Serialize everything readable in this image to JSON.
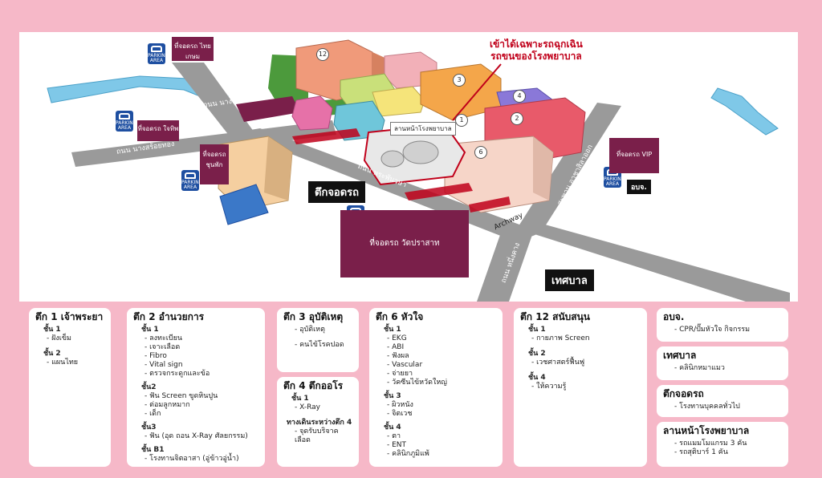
{
  "map": {
    "emergency_note": [
      "เข้าได้เฉพาะรถฉุกเฉิน",
      "รถขนของโรงพยาบาล"
    ],
    "hospital_yard_tag": "ลานหน้าโรงพยาบาล",
    "parking_icon_text": "PARKING AREA",
    "roads": {
      "nang_kaeo": "ถนน นางแก้นแก้ว",
      "nang_sroi": "ถนน นางสร้อยทอง",
      "phra_phan": "ถนน พระพันวษา",
      "phra_phan_2": "ถนน พระพันวษา",
      "amphon": "สะพาน อาชาสิลาออก",
      "nueng": "ถนน หนึ่งคาง",
      "archway": "Archway"
    },
    "parking_lots": {
      "thai": "ที่จอดรถ ไทยเกษม",
      "office": "ที่จอดรถ ใจทิพ",
      "jupha": "ที่จอดรถ ชุนพัก",
      "vip": "ที่จอดรถ VIP",
      "wat": "ที่จอดรถ วัดปราสาท"
    },
    "labels": {
      "parking_building": "ตึกจอดรถ",
      "municipality": "เทศบาล",
      "obj": "อบจ."
    },
    "building_numbers": [
      "12",
      "3",
      "4",
      "2",
      "1",
      "6"
    ]
  },
  "cards": {
    "b1": {
      "title": "ตึก 1 เจ้าพระยา",
      "floors": [
        {
          "floor": "ชั้น 1",
          "items": [
            "- ฝังเข็ม"
          ]
        },
        {
          "floor": "ชั้น 2",
          "items": [
            "- แผนไทย"
          ]
        }
      ]
    },
    "b2": {
      "title": "ตึก 2 อำนวยการ",
      "floors": [
        {
          "floor": "ชั้น 1",
          "items": [
            "- ลงทะเบียน",
            "- เจาะเลือด",
            "- Fibro",
            "- Vital sign",
            "- ตรวจกระดูกและข้อ"
          ]
        },
        {
          "floor": "ชั้น2",
          "items": [
            "- ฟัน Screen ขูดหินปูน",
            "- ต่อมลูกหมาก",
            "- เด็ก"
          ]
        },
        {
          "floor": "ชั้น3",
          "items": [
            "- ฟัน (อุด ถอน X-Ray ศัลยกรรม)"
          ]
        },
        {
          "floor": "ชั้น B1",
          "items": [
            "- โรงทานจิตอาสา (อู่ข้าวอู่น้ำ)"
          ]
        }
      ]
    },
    "b3": {
      "title": "ตึก 3 อุบัติเหตุ",
      "floors": [
        {
          "floor": "",
          "items": [
            "- อุบัติเหตุ",
            "- คนไข้โรคปอด"
          ]
        }
      ]
    },
    "b4": {
      "title": "ตึก 4 ตึกออโร",
      "floors": [
        {
          "floor": "ชั้น 1",
          "items": [
            "- X-Ray"
          ]
        },
        {
          "floor": "ทางเดินระหว่างตึก 4",
          "items": [
            "- จุดรับบริจาคเลือด"
          ]
        }
      ]
    },
    "b6": {
      "title": "ตึก 6 หัวใจ",
      "floors": [
        {
          "floor": "ชั้น 1",
          "items": [
            "- EKG",
            "- ABI",
            "- ฟังผล",
            "- Vascular",
            "- จ่ายยา",
            "- วัคซีนไข้หวัดใหญ่"
          ]
        },
        {
          "floor": "ชั้น 3",
          "items": [
            "- ผิวหนัง",
            "- จิตเวช"
          ]
        },
        {
          "floor": "ชั้น 4",
          "items": [
            "- ตา",
            "- ENT",
            "- คลินิกภูมิแพ้"
          ]
        }
      ]
    },
    "b12": {
      "title": "ตึก 12 สนับสนุน",
      "floors": [
        {
          "floor": "ชั้น 1",
          "items": [
            "- กายภาพ Screen"
          ]
        },
        {
          "floor": "ชั้น 2",
          "items": [
            "- เวชศาสตร์ฟื้นฟู"
          ]
        },
        {
          "floor": "ชั้น 4",
          "items": [
            "- ให้ความรู้"
          ]
        }
      ]
    },
    "obj": {
      "title": "อบจ.",
      "floors": [
        {
          "floor": "",
          "items": [
            "- CPR/ปั๊มหัวใจ กิจกรรม"
          ]
        }
      ]
    },
    "muni": {
      "title": "เทศบาล",
      "floors": [
        {
          "floor": "",
          "items": [
            "- คลินิกหมาแมว"
          ]
        }
      ]
    },
    "park": {
      "title": "ตึกจอดรถ",
      "floors": [
        {
          "floor": "",
          "items": [
            "- โรงทานบุคคลทั่วไป"
          ]
        }
      ]
    },
    "yard": {
      "title": "ลานหน้าโรงพยาบาล",
      "floors": [
        {
          "floor": "",
          "items": [
            "- รถแมมโมแกรม 3 คัน",
            "- รถสุติบาร์ 1 คัน"
          ]
        }
      ]
    }
  }
}
